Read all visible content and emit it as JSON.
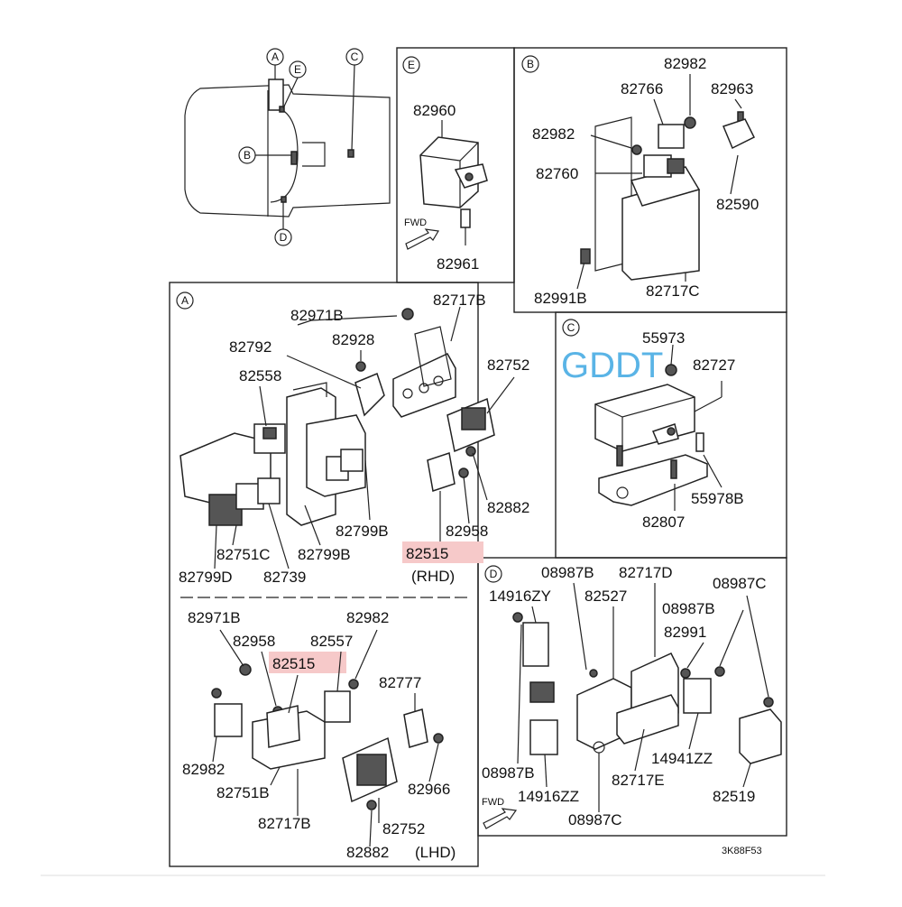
{
  "figure_code": "3K88F53",
  "watermark": "GDDT",
  "fwd_label": "FWD",
  "section_markers": {
    "A": "A",
    "B": "B",
    "C": "C",
    "D": "D",
    "E": "E"
  },
  "highlight_color": "#f6c9c9",
  "section_E": {
    "labels": [
      "82960",
      "82961"
    ]
  },
  "section_B": {
    "labels": [
      "82982",
      "82766",
      "82963",
      "82982",
      "82760",
      "82590",
      "82991B",
      "82717C"
    ]
  },
  "section_A": {
    "labels": [
      "82971B",
      "82717B",
      "82792",
      "82928",
      "82558",
      "82752",
      "82882",
      "82958",
      "82799B",
      "82751C",
      "82799B",
      "82799D",
      "82739"
    ],
    "highlight_rhd": "82515",
    "rhd_note": "(RHD)",
    "lhd_labels": [
      "82971B",
      "82982",
      "82958",
      "82557",
      "82777",
      "82982",
      "82966",
      "82751B",
      "82717B",
      "82752",
      "82882"
    ],
    "highlight_lhd": "82515",
    "lhd_note": "(LHD)"
  },
  "section_C": {
    "labels": [
      "55973",
      "82727",
      "55978B",
      "82807"
    ]
  },
  "section_D": {
    "labels": [
      "08987B",
      "82717D",
      "08987C",
      "14916ZY",
      "82527",
      "08987B",
      "82991",
      "14941ZZ",
      "08987B",
      "82717E",
      "14916ZZ",
      "82519",
      "08987C"
    ]
  }
}
